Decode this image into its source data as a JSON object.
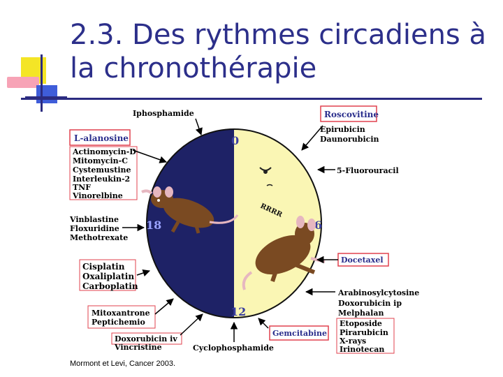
{
  "slide": {
    "title_line1": "2.3. Des rythmes circadiens à",
    "title_line2": "la chronothérapie",
    "citation": "Mormont et Levi, Cancer 2003."
  },
  "clock": {
    "hour_0": "0",
    "hour_6": "6",
    "hour_12": "12",
    "hour_18": "18",
    "snore": "RRRR"
  },
  "drugs": {
    "top": "Iphosphamide",
    "bottom": "Cyclophosphamide",
    "left_box1": [
      "L-alanosine"
    ],
    "left_list1": [
      "Actinomycin-D",
      "Mitomycin-C",
      "Cystemustine",
      "Interleukin-2",
      "TNF",
      "Vinorelbine"
    ],
    "left_list2": [
      "Vinblastine",
      "Floxuridine",
      "Methotrexate"
    ],
    "left_list3": [
      "Cisplatin",
      "Oxaliplatin",
      "Carboplatin"
    ],
    "left_list4": [
      "Mitoxantrone",
      "Peptichemio"
    ],
    "left_list5": [
      "Doxorubicin iv",
      "Vincristine"
    ],
    "right_box1": "Roscovitine",
    "right_list1": [
      "Epirubicin",
      "Daunorubicin"
    ],
    "right_single": "5-Fluorouracil",
    "right_box2": "Docetaxel",
    "right_list2": [
      "Arabinosylcytosine",
      "Doxorubicin ip",
      "Melphalan",
      "Etoposide",
      "Pirarubicin",
      "X-rays",
      "Irinotecan"
    ],
    "right_box3": "Gemcitabine"
  },
  "colors": {
    "title": "#2c2f8a",
    "night": "#1e2266",
    "day": "#faf6b4",
    "box_border": "#e0414e",
    "highlight": "#2a2e8c",
    "arrow": "#000000",
    "rat": "#7a4a22"
  }
}
